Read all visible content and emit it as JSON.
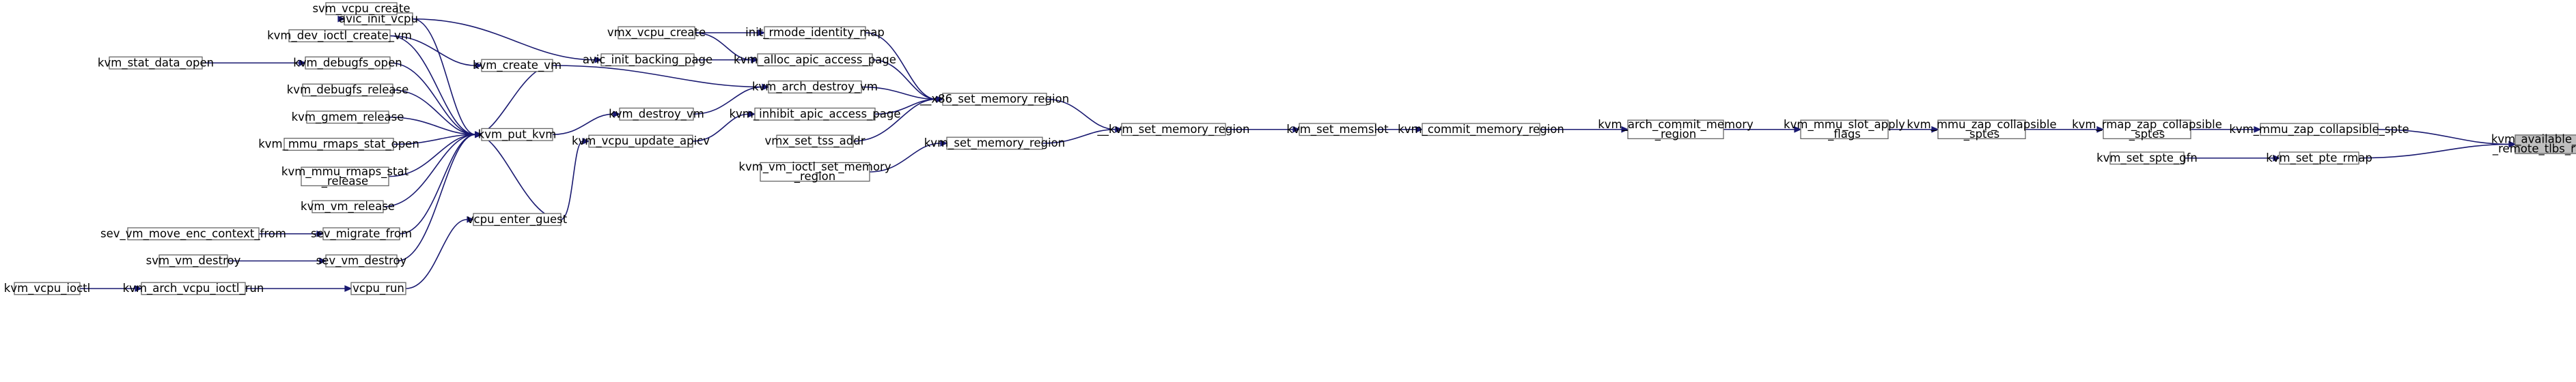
{
  "nodes": [
    {
      "id": "n_root",
      "lines": [
        "kvm_available_flush",
        "_remote_tlbs_range"
      ],
      "root": true
    },
    {
      "id": "n_zap_spte",
      "lines": [
        "kvm_mmu_zap_collapsible_spte"
      ]
    },
    {
      "id": "n_set_pte_rmap",
      "lines": [
        "kvm_set_pte_rmap"
      ]
    },
    {
      "id": "n_rmap_zap",
      "lines": [
        "kvm_rmap_zap_collapsible",
        "_sptes"
      ]
    },
    {
      "id": "n_set_spte_gfn",
      "lines": [
        "kvm_set_spte_gfn"
      ]
    },
    {
      "id": "n_mmu_zap_sptes",
      "lines": [
        "kvm_mmu_zap_collapsible",
        "_sptes"
      ]
    },
    {
      "id": "n_slot_apply",
      "lines": [
        "kvm_mmu_slot_apply",
        "_flags"
      ]
    },
    {
      "id": "n_arch_commit",
      "lines": [
        "kvm_arch_commit_memory",
        "_region"
      ]
    },
    {
      "id": "n_commit_mem",
      "lines": [
        "kvm_commit_memory_region"
      ]
    },
    {
      "id": "n_set_memslot",
      "lines": [
        "kvm_set_memslot"
      ]
    },
    {
      "id": "n___kvm_set_mem",
      "lines": [
        "__kvm_set_memory_region"
      ]
    },
    {
      "id": "n___x86_set_mem",
      "lines": [
        "__x86_set_memory_region"
      ]
    },
    {
      "id": "n_kvm_set_mem",
      "lines": [
        "kvm_set_memory_region"
      ]
    },
    {
      "id": "n_ioctl_set_mem",
      "lines": [
        "kvm_vm_ioctl_set_memory",
        "_region"
      ]
    },
    {
      "id": "n_init_rmode",
      "lines": [
        "init_rmode_identity_map"
      ]
    },
    {
      "id": "n_alloc_apic",
      "lines": [
        "kvm_alloc_apic_access_page"
      ]
    },
    {
      "id": "n_arch_destroy",
      "lines": [
        "kvm_arch_destroy_vm"
      ]
    },
    {
      "id": "n_inhibit_apic",
      "lines": [
        "kvm_inhibit_apic_access_page"
      ]
    },
    {
      "id": "n_vmx_tss",
      "lines": [
        "vmx_set_tss_addr"
      ]
    },
    {
      "id": "n_vmx_vcpu_create",
      "lines": [
        "vmx_vcpu_create"
      ]
    },
    {
      "id": "n_avic_backing",
      "lines": [
        "avic_init_backing_page"
      ]
    },
    {
      "id": "n_destroy_vm",
      "lines": [
        "kvm_destroy_vm"
      ]
    },
    {
      "id": "n_update_apicv",
      "lines": [
        "kvm_vcpu_update_apicv"
      ]
    },
    {
      "id": "n_put_kvm",
      "lines": [
        "kvm_put_kvm"
      ]
    },
    {
      "id": "n_vcpu_enter",
      "lines": [
        "vcpu_enter_guest"
      ]
    },
    {
      "id": "n_vcpu_run",
      "lines": [
        "vcpu_run"
      ]
    },
    {
      "id": "n_avic_vcpu",
      "lines": [
        "avic_init_vcpu"
      ]
    },
    {
      "id": "n_create_vm",
      "lines": [
        "kvm_create_vm"
      ]
    },
    {
      "id": "n_dev_ioctl",
      "lines": [
        "kvm_dev_ioctl_create_vm"
      ]
    },
    {
      "id": "n_svm_vcpu_create",
      "lines": [
        "svm_vcpu_create"
      ]
    },
    {
      "id": "n_debugfs_open",
      "lines": [
        "kvm_debugfs_open"
      ]
    },
    {
      "id": "n_stat_data_open",
      "lines": [
        "kvm_stat_data_open"
      ]
    },
    {
      "id": "n_debugfs_release",
      "lines": [
        "kvm_debugfs_release"
      ]
    },
    {
      "id": "n_gmem_release",
      "lines": [
        "kvm_gmem_release"
      ]
    },
    {
      "id": "n_rmaps_open",
      "lines": [
        "kvm_mmu_rmaps_stat_open"
      ]
    },
    {
      "id": "n_rmaps_release",
      "lines": [
        "kvm_mmu_rmaps_stat",
        "_release"
      ]
    },
    {
      "id": "n_vm_release",
      "lines": [
        "kvm_vm_release"
      ]
    },
    {
      "id": "n_sev_migrate",
      "lines": [
        "sev_migrate_from"
      ]
    },
    {
      "id": "n_sev_move_enc",
      "lines": [
        "sev_vm_move_enc_context_from"
      ]
    },
    {
      "id": "n_sev_destroy",
      "lines": [
        "sev_vm_destroy"
      ]
    },
    {
      "id": "n_svm_destroy",
      "lines": [
        "svm_vm_destroy"
      ]
    },
    {
      "id": "n_arch_vcpu_ioctl_run",
      "lines": [
        "kvm_arch_vcpu_ioctl_run"
      ]
    },
    {
      "id": "n_vcpu_ioctl",
      "lines": [
        "kvm_vcpu_ioctl"
      ]
    }
  ],
  "edges": [
    [
      "n_zap_spte",
      "n_root"
    ],
    [
      "n_set_pte_rmap",
      "n_root"
    ],
    [
      "n_rmap_zap",
      "n_zap_spte"
    ],
    [
      "n_set_spte_gfn",
      "n_set_pte_rmap"
    ],
    [
      "n_mmu_zap_sptes",
      "n_rmap_zap"
    ],
    [
      "n_slot_apply",
      "n_mmu_zap_sptes"
    ],
    [
      "n_arch_commit",
      "n_slot_apply"
    ],
    [
      "n_commit_mem",
      "n_arch_commit"
    ],
    [
      "n_set_memslot",
      "n_commit_mem"
    ],
    [
      "n___kvm_set_mem",
      "n_set_memslot"
    ],
    [
      "n___x86_set_mem",
      "n___kvm_set_mem"
    ],
    [
      "n_kvm_set_mem",
      "n___kvm_set_mem"
    ],
    [
      "n_ioctl_set_mem",
      "n_kvm_set_mem"
    ],
    [
      "n_init_rmode",
      "n___x86_set_mem"
    ],
    [
      "n_alloc_apic",
      "n___x86_set_mem"
    ],
    [
      "n_arch_destroy",
      "n___x86_set_mem"
    ],
    [
      "n_inhibit_apic",
      "n___x86_set_mem"
    ],
    [
      "n_vmx_tss",
      "n___x86_set_mem"
    ],
    [
      "n_vmx_vcpu_create",
      "n_init_rmode"
    ],
    [
      "n_vmx_vcpu_create",
      "n_alloc_apic"
    ],
    [
      "n_avic_backing",
      "n_alloc_apic"
    ],
    [
      "n_create_vm",
      "n_arch_destroy"
    ],
    [
      "n_destroy_vm",
      "n_arch_destroy"
    ],
    [
      "n_update_apicv",
      "n_inhibit_apic"
    ],
    [
      "n_avic_vcpu",
      "n_avic_backing"
    ],
    [
      "n_put_kvm",
      "n_destroy_vm"
    ],
    [
      "n_vcpu_enter",
      "n_update_apicv"
    ],
    [
      "n_svm_vcpu_create",
      "n_avic_vcpu"
    ],
    [
      "n_dev_ioctl",
      "n_create_vm"
    ],
    [
      "n_avic_vcpu",
      "n_put_kvm"
    ],
    [
      "n_dev_ioctl",
      "n_put_kvm"
    ],
    [
      "n_create_vm",
      "n_put_kvm"
    ],
    [
      "n_debugfs_open",
      "n_put_kvm"
    ],
    [
      "n_debugfs_release",
      "n_put_kvm"
    ],
    [
      "n_gmem_release",
      "n_put_kvm"
    ],
    [
      "n_rmaps_open",
      "n_put_kvm"
    ],
    [
      "n_rmaps_release",
      "n_put_kvm"
    ],
    [
      "n_vm_release",
      "n_put_kvm"
    ],
    [
      "n_sev_migrate",
      "n_put_kvm"
    ],
    [
      "n_sev_destroy",
      "n_put_kvm"
    ],
    [
      "n_vcpu_enter",
      "n_put_kvm"
    ],
    [
      "n_stat_data_open",
      "n_debugfs_open"
    ],
    [
      "n_sev_move_enc",
      "n_sev_migrate"
    ],
    [
      "n_svm_destroy",
      "n_sev_destroy"
    ],
    [
      "n_vcpu_run",
      "n_vcpu_enter"
    ],
    [
      "n_arch_vcpu_ioctl_run",
      "n_vcpu_run"
    ],
    [
      "n_vcpu_ioctl",
      "n_arch_vcpu_ioctl_run"
    ]
  ]
}
